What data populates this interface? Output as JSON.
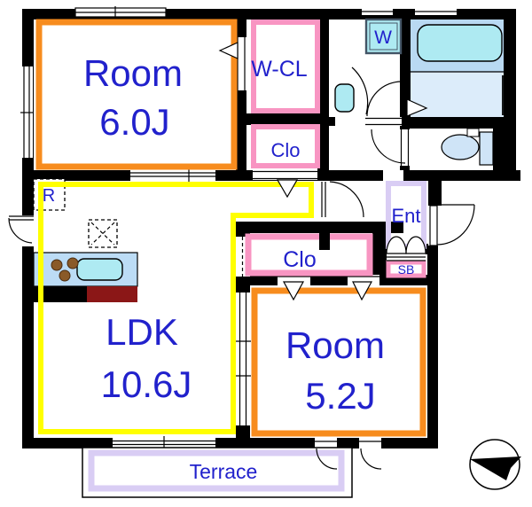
{
  "labels": {
    "room1_name": "Room",
    "room1_size": "6.0J",
    "ldk_name": "LDK",
    "ldk_size": "10.6J",
    "room2_name": "Room",
    "room2_size": "5.2J",
    "walkin_closet": "W-CL",
    "closet_upper": "Clo",
    "closet_middle": "Clo",
    "entrance": "Ent",
    "shoe_box": "SB",
    "washer": "W",
    "refrigerator": "R",
    "terrace": "Terrace"
  },
  "colors": {
    "c-orange": "#F78C1E",
    "c-yellow": "#FFFF00",
    "c-pink": "#F895C2",
    "c-lavender": "#D9CDF4",
    "c-text": "#2121CC",
    "c-cyan": "#AEEAF2",
    "c-counter": "#BCDCF5",
    "c-bath-upper": "#B9D9F2",
    "c-bath-lower": "#DCECFA",
    "c-toilet": "#CFE4F7",
    "c-darkred": "#8B1717",
    "c-brown": "#8A5A28",
    "c-wall": "#000000"
  }
}
